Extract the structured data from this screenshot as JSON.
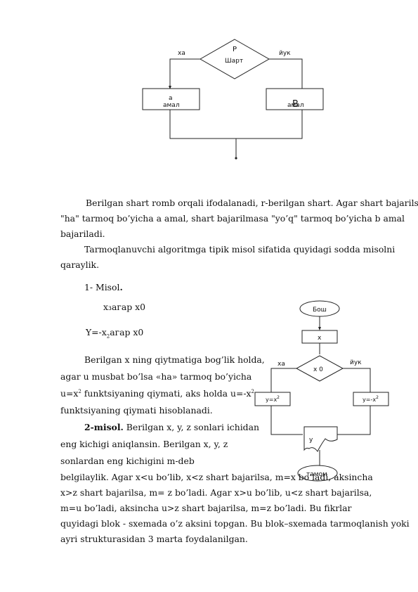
{
  "diagram1": {
    "cond_letter": "P",
    "cond_text": "Шарт",
    "yes_label": "ха",
    "no_label": "йук",
    "left_box_letter": "a",
    "left_box_text": "амал",
    "right_box_letter": "B",
    "right_box_text": "амал"
  },
  "text": {
    "p1_l1": "Berilgan shart romb orqali ifodalanadi, r-berilgan shart. Agar shart bajarilsa,",
    "p1_l2": "\"ha\" tarmoq bo’yicha a amal, shart bajarilmasa \"yo’q\" tarmoq bo’yicha b amal",
    "p1_l3": "bajariladi.",
    "p2_l1": "Tarmoqlanuvchi algoritmga tipik misol sifatida quyidagi sodda misolni",
    "p2_l2": "qaraylik.",
    "misol1": "1- Misol",
    "misol1_dot": ".",
    "eq1": "x₃агар x0",
    "eq2_a": "Y=-x",
    "eq2_sub": "2",
    "eq2_b": "агар x0",
    "m1_l1": "Berilgan x ning qiytmatiga bog’lik holda,",
    "m1_l2": "agar u musbat bo’lsa «ha» tarmoq bo’yicha",
    "m1_l3a": "u=x",
    "m1_l3sup": "2",
    "m1_l3b": " funktsiyaning qiymati, aks holda u=-x",
    "m1_l3sup2": "2",
    "m1_l4": "funktsiyaning qiymati hisoblanadi.",
    "m2_bold": "2-misol.",
    "m2_l1": " Berilgan x, y, z sonlari ichidan",
    "m2_l2": "eng kichigi aniqlansin. Berilgan x, y,  z",
    "m2_l3": "sonlardan    eng    kichigini      m-deb",
    "b_l1": "belgilaylik. Agar x<u bo’lib, x<z shart bajarilsa,  m=x bo’ladi, aksincha",
    "b_l2": "x>z shart bajarilsa,  m= z bo’ladi. Agar x>u bo’lib, u<z shart bajarilsa,",
    "b_l3": "m=u bo’ladi, aksincha u>z shart bajarilsa,  m=z bo’ladi. Bu fikrlar",
    "b_l4": "quyidagi blok - sxemada o’z aksini topgan. Bu blok–sxemada tarmoqlanish yoki",
    "b_l5": "ayri strukturasidan 3 marta foydalanilgan."
  },
  "diagram2": {
    "start": "Бош",
    "input": "x",
    "cond": "x  0",
    "yes_label": "ха",
    "no_label": "йук",
    "left_a": "y=x",
    "left_sup": "2",
    "right_a": "y=-x",
    "right_sup": "2",
    "output": "y",
    "end": "тамом"
  }
}
